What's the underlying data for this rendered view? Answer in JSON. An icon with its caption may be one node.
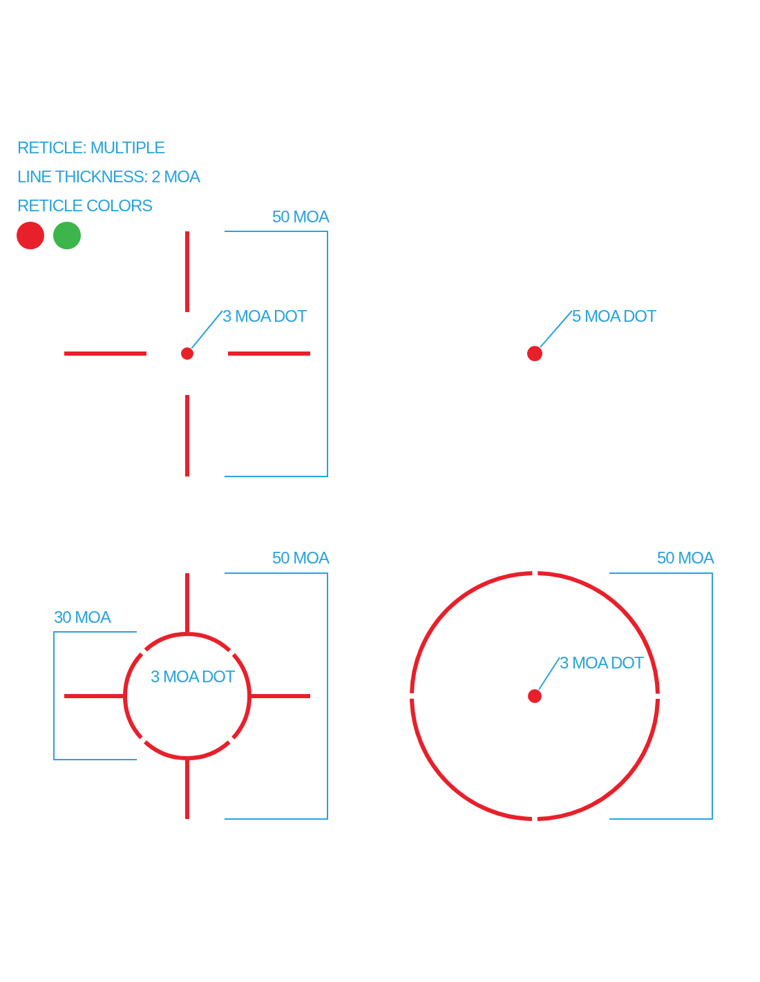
{
  "diagram": {
    "nodes": [
      {
        "text": [
          "3 MOA DOT"
        ]
      },
      {
        "text": [],
        "shape": "circle"
      },
      {
        "text": [
          "5 MOA DOT"
        ]
      },
      {
        "text": [],
        "shape": "circle"
      },
      {
        "text": [
          "3 MOA DOT"
        ]
      },
      {
        "text": [],
        "shape": "circle"
      }
    ],
    "edges": [
      {
        "from": 0,
        "to": 1,
        "arrow": "none"
      },
      {
        "from": 2,
        "to": 3,
        "arrow": "none"
      },
      {
        "from": 4,
        "to": 5,
        "arrow": "none"
      }
    ],
    "labels": [
      "RETICLE: MULTIPLE",
      "LINE THICKNESS: 2 MOA",
      "RETICLE COLORS",
      "50 MOA",
      "50 MOA",
      "50 MOA",
      "30 MOA",
      "3 MOA DOT"
    ]
  }
}
